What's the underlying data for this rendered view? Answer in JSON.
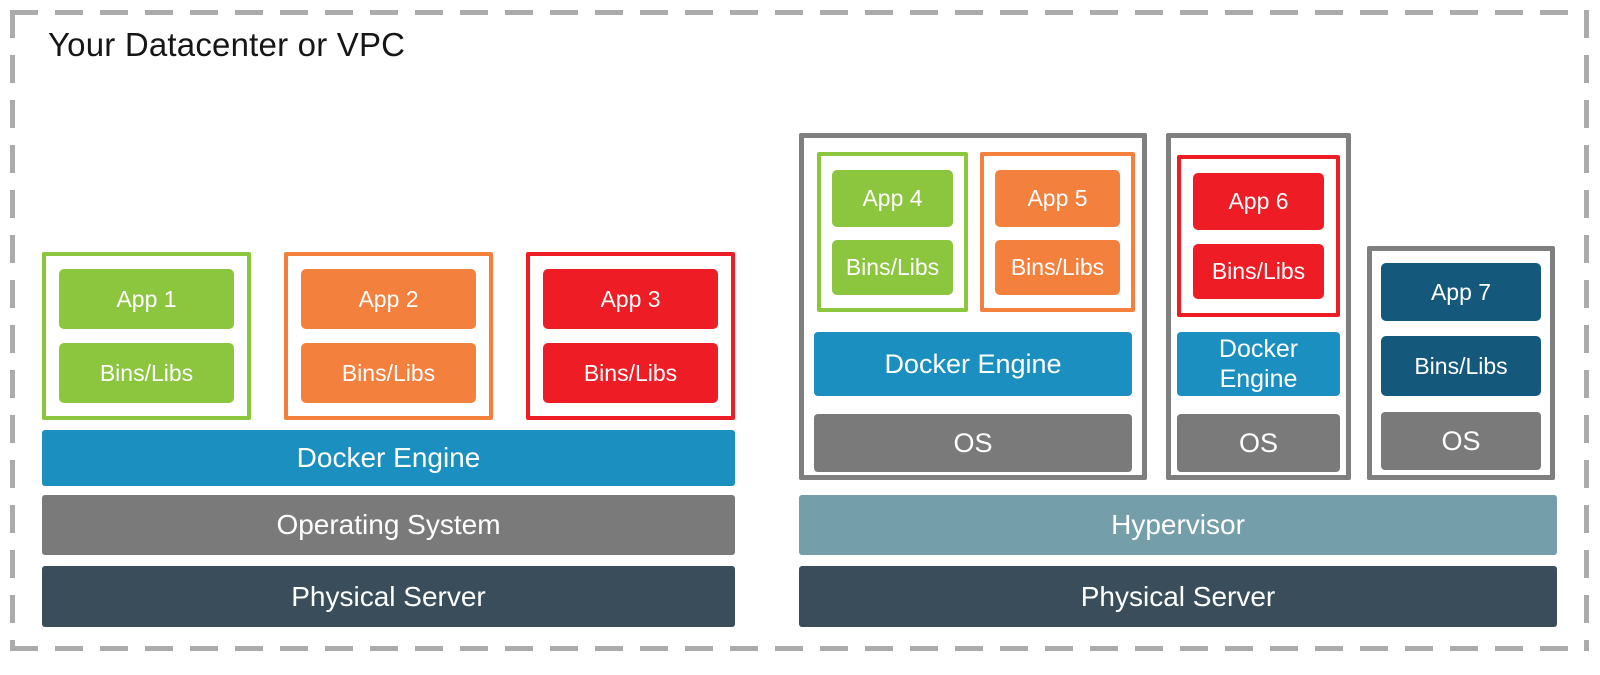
{
  "title": "Your Datacenter or VPC",
  "colors": {
    "green": "#8CC63F",
    "orange": "#F4803D",
    "red": "#EE1C24",
    "docker_blue": "#1B90C0",
    "os_gray": "#7A7A7A",
    "server_slate": "#394E5A",
    "hypervisor": "#739EAA",
    "app7_teal": "#14597B",
    "vm_border": "#7F7F7F",
    "boundary": "#ABABAB"
  },
  "left_stack": {
    "containers": [
      {
        "app_label": "App 1",
        "libs_label": "Bins/Libs",
        "color": "green"
      },
      {
        "app_label": "App 2",
        "libs_label": "Bins/Libs",
        "color": "orange"
      },
      {
        "app_label": "App 3",
        "libs_label": "Bins/Libs",
        "color": "red"
      }
    ],
    "docker_engine_label": "Docker Engine",
    "os_label": "Operating System",
    "server_label": "Physical Server"
  },
  "right_stack": {
    "vm1": {
      "containers": [
        {
          "app_label": "App 4",
          "libs_label": "Bins/Libs",
          "color": "green"
        },
        {
          "app_label": "App 5",
          "libs_label": "Bins/Libs",
          "color": "orange"
        }
      ],
      "docker_engine_label": "Docker Engine",
      "os_label": "OS"
    },
    "vm2": {
      "containers": [
        {
          "app_label": "App 6",
          "libs_label": "Bins/Libs",
          "color": "red"
        }
      ],
      "docker_engine_label": "Docker Engine",
      "os_label": "OS"
    },
    "vm3": {
      "app_label": "App 7",
      "libs_label": "Bins/Libs",
      "os_label": "OS"
    },
    "hypervisor_label": "Hypervisor",
    "server_label": "Physical Server"
  }
}
